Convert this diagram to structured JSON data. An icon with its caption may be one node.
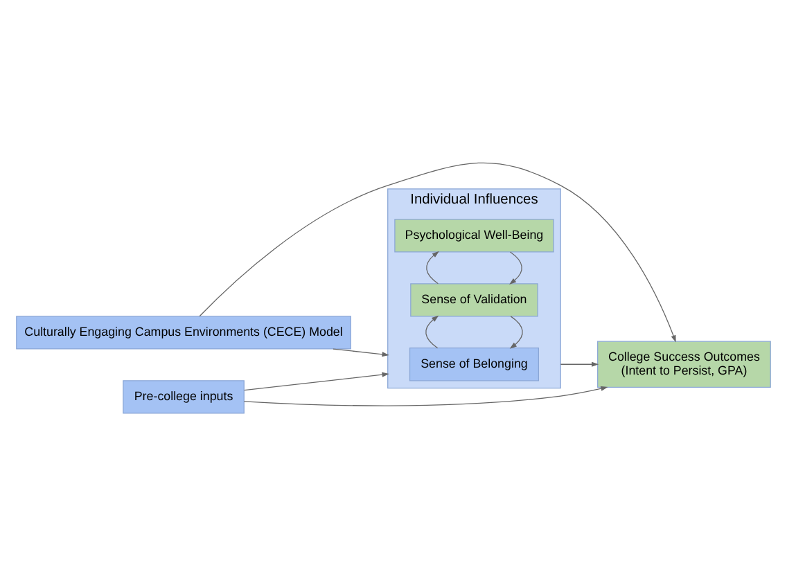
{
  "diagram": {
    "nodes": [
      {
        "text": [
          "Culturally Engaging Campus Environments (CECE) Model"
        ]
      },
      {
        "text": [
          "Pre-college inputs"
        ]
      },
      {
        "text": [
          "Individual Influences"
        ]
      },
      {
        "text": [
          "Sense of Belonging"
        ],
        "in": 2
      },
      {
        "text": [
          "Sense of Validation"
        ],
        "in": 2
      },
      {
        "text": [
          "Psychological Well-Being"
        ],
        "in": 2
      },
      {
        "text": [
          "College Success Outcomes",
          "(Intent to Persist, GPA)"
        ]
      }
    ],
    "edges": [
      {
        "from": 0,
        "to": 2,
        "arrow": "to"
      },
      {
        "from": 0,
        "to": 6,
        "arrow": "to"
      },
      {
        "from": 1,
        "to": 2,
        "arrow": "to"
      },
      {
        "from": 4,
        "to": 3,
        "arrow": "to"
      },
      {
        "from": 3,
        "to": 4,
        "arrow": "to"
      },
      {
        "from": 5,
        "to": 4,
        "arrow": "to"
      },
      {
        "from": 4,
        "to": 5,
        "arrow": "to"
      },
      {
        "from": 2,
        "to": 6,
        "arrow": "to"
      },
      {
        "from": 1,
        "to": 6,
        "arrow": "to"
      }
    ]
  }
}
